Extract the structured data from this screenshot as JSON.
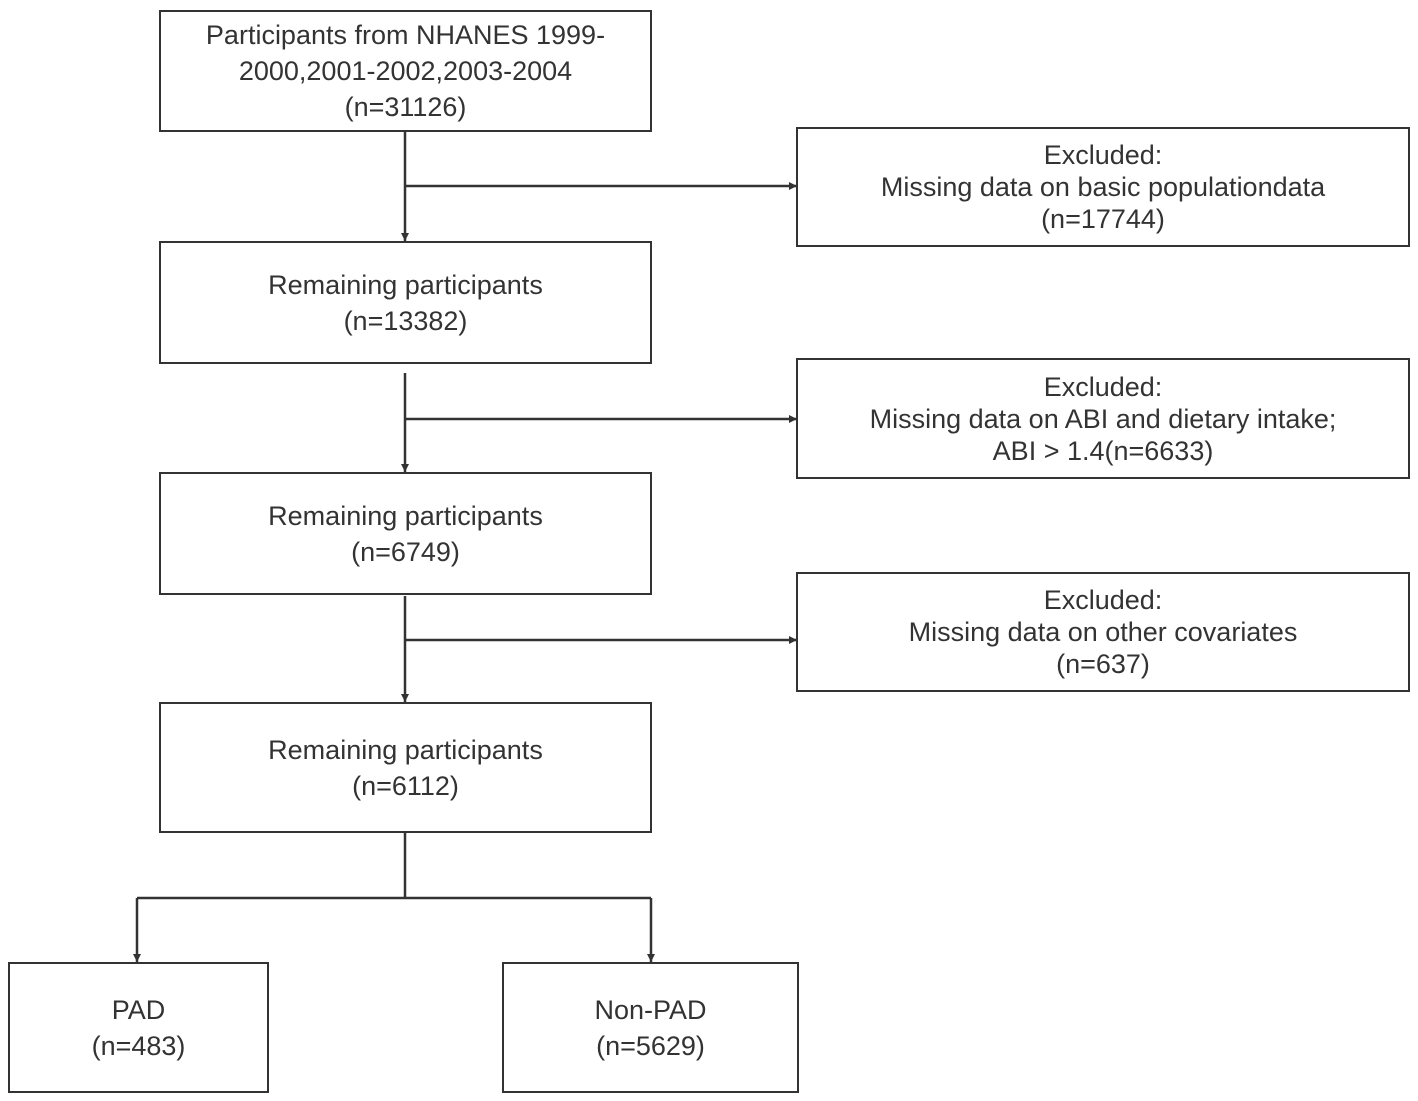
{
  "flowchart": {
    "start": {
      "line1": "Participants from NHANES 1999-",
      "line2": "2000,2001-2002,2003-2004",
      "count": "(n=31126)"
    },
    "exclusion1": {
      "heading": "Excluded:",
      "reason": "Missing data on basic populationdata",
      "count": "(n=17744)"
    },
    "remaining1": {
      "label": "Remaining participants",
      "count": "(n=13382)"
    },
    "exclusion2": {
      "heading": "Excluded:",
      "reason": "Missing data on ABI and dietary intake;",
      "reason2": "ABI > 1.4(n=6633)"
    },
    "remaining2": {
      "label": "Remaining participants",
      "count": "(n=6749)"
    },
    "exclusion3": {
      "heading": "Excluded:",
      "reason": "Missing data on other covariates",
      "count": "(n=637)"
    },
    "remaining3": {
      "label": "Remaining participants",
      "count": "(n=6112)"
    },
    "pad": {
      "label": "PAD",
      "count": "(n=483)"
    },
    "non_pad": {
      "label": "Non-PAD",
      "count": "(n=5629)"
    }
  },
  "colors": {
    "stroke": "#333333",
    "text": "#333333",
    "background": "#ffffff"
  }
}
